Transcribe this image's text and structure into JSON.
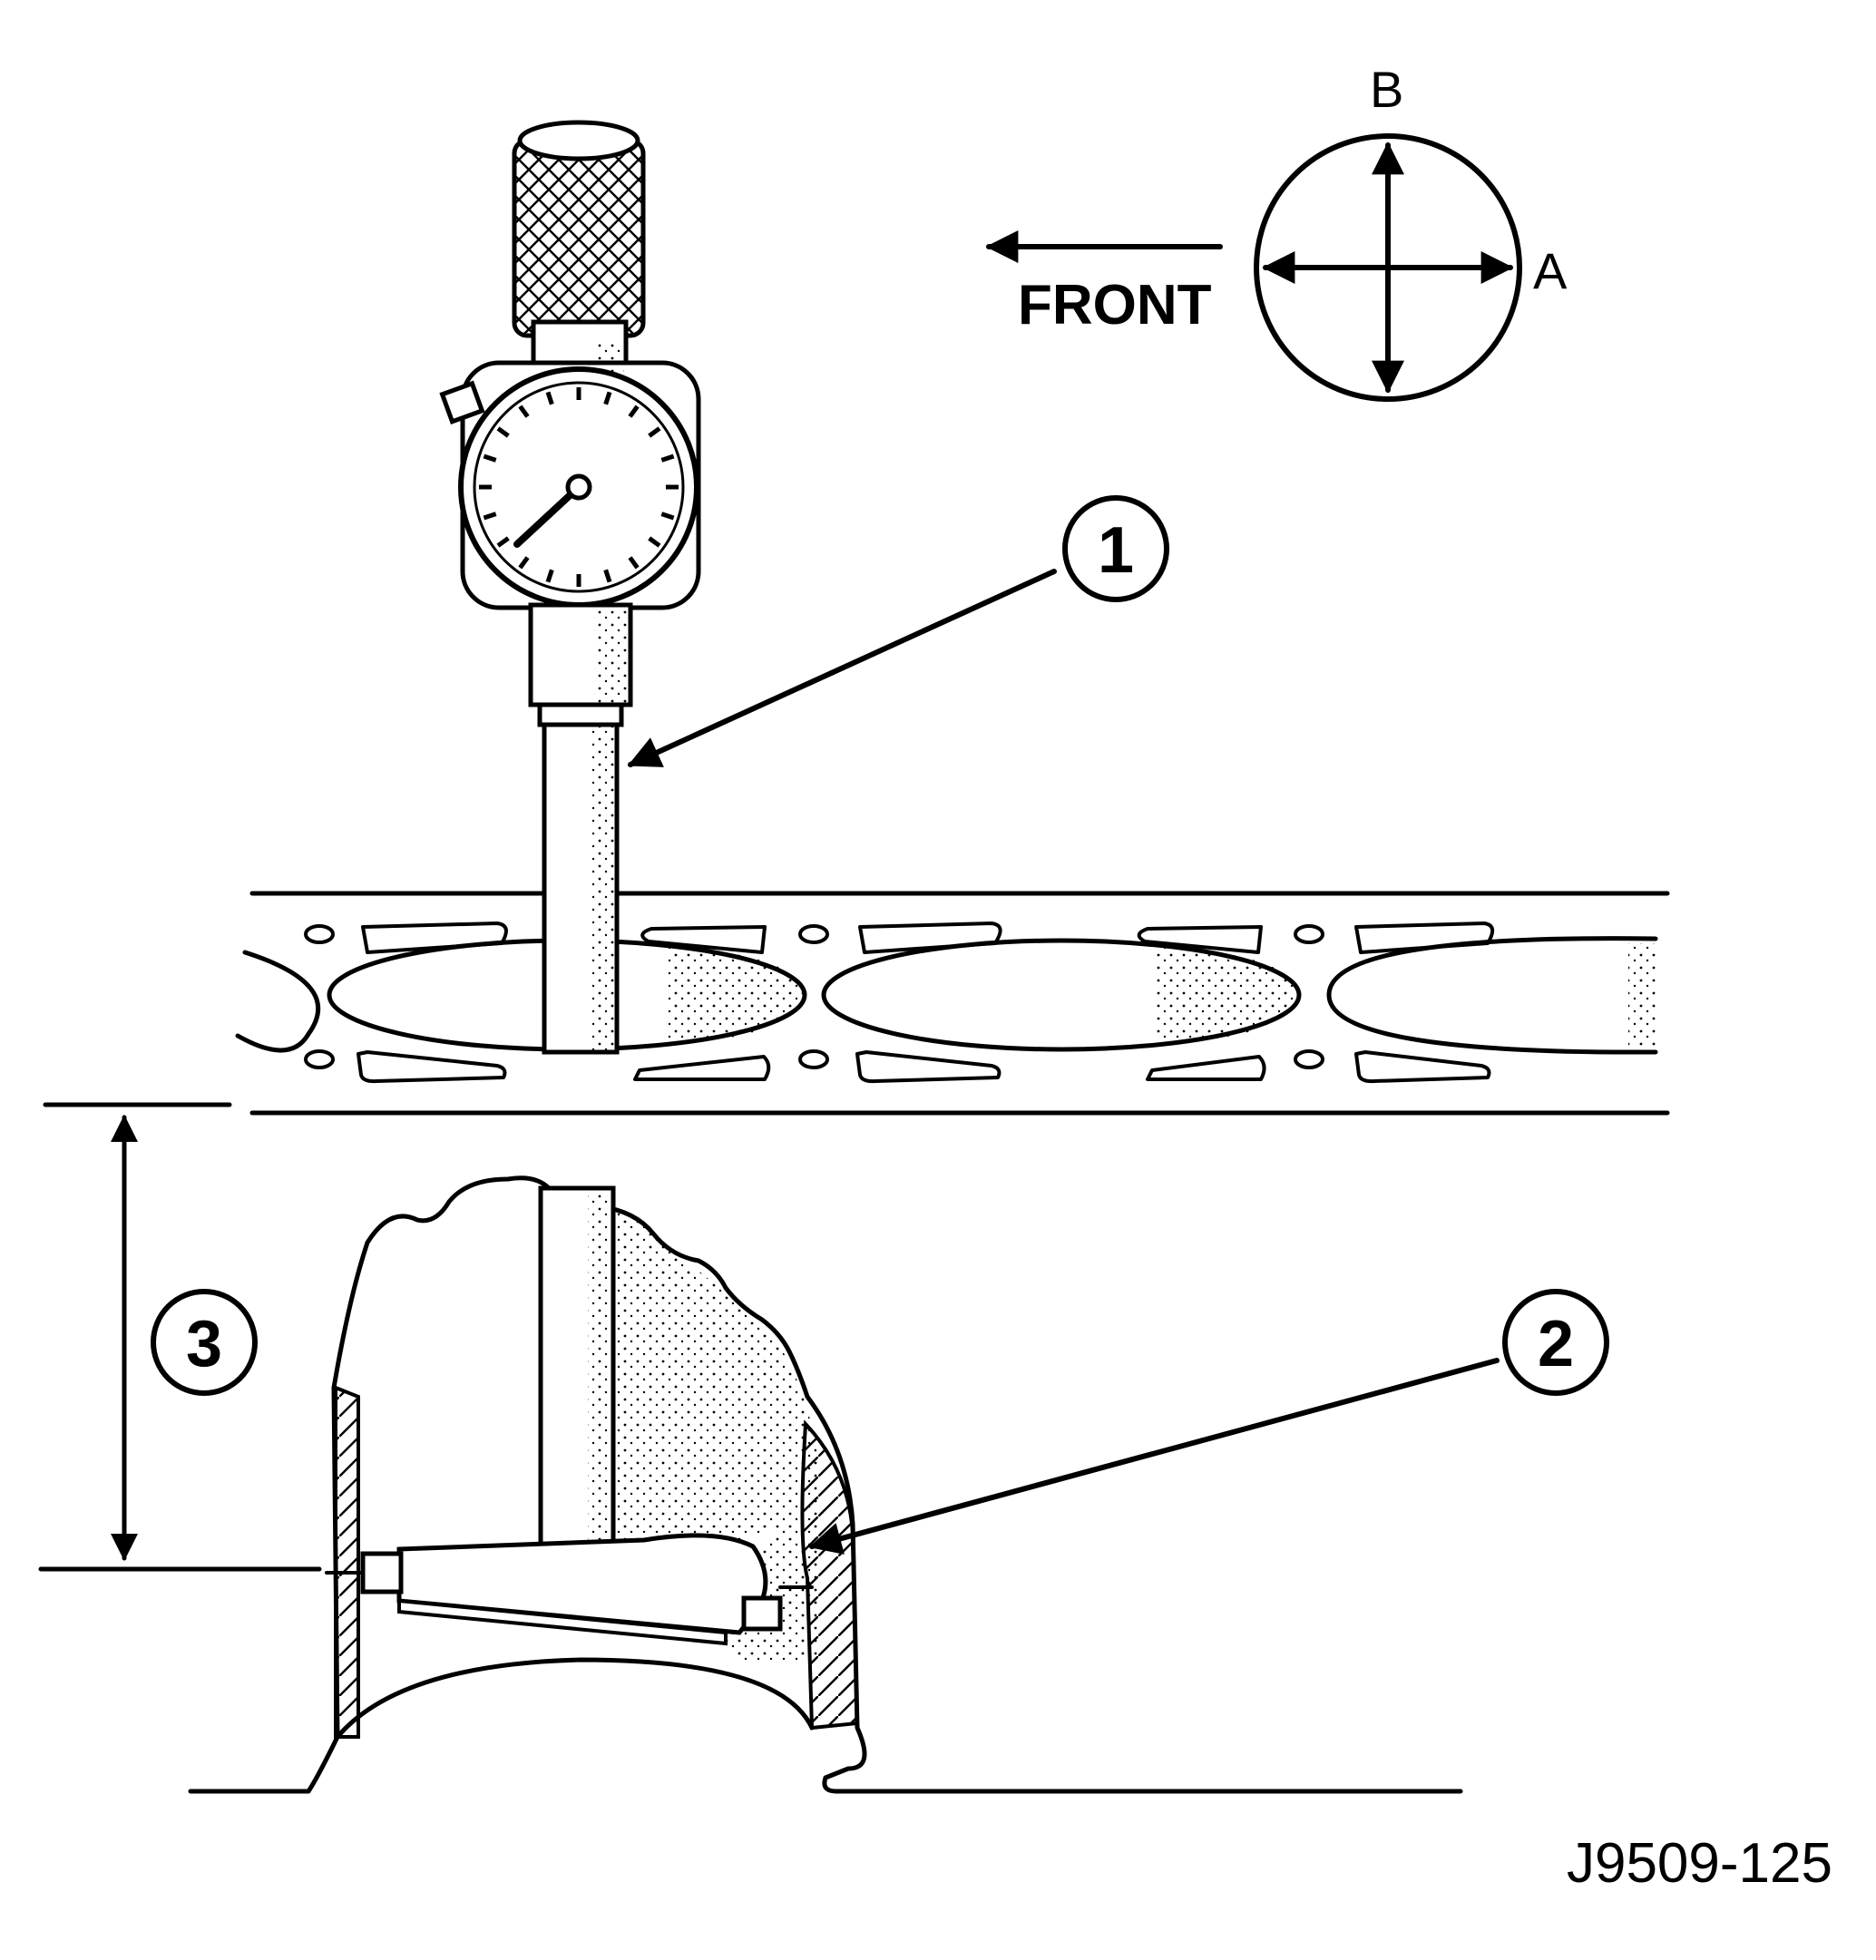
{
  "diagram": {
    "direction_label": "FRONT",
    "axis_a": "A",
    "axis_b": "B",
    "callouts": [
      "1",
      "2",
      "3"
    ],
    "figure_id": "J9509-125"
  },
  "colors": {
    "ink": "#000000",
    "paper": "#ffffff"
  }
}
